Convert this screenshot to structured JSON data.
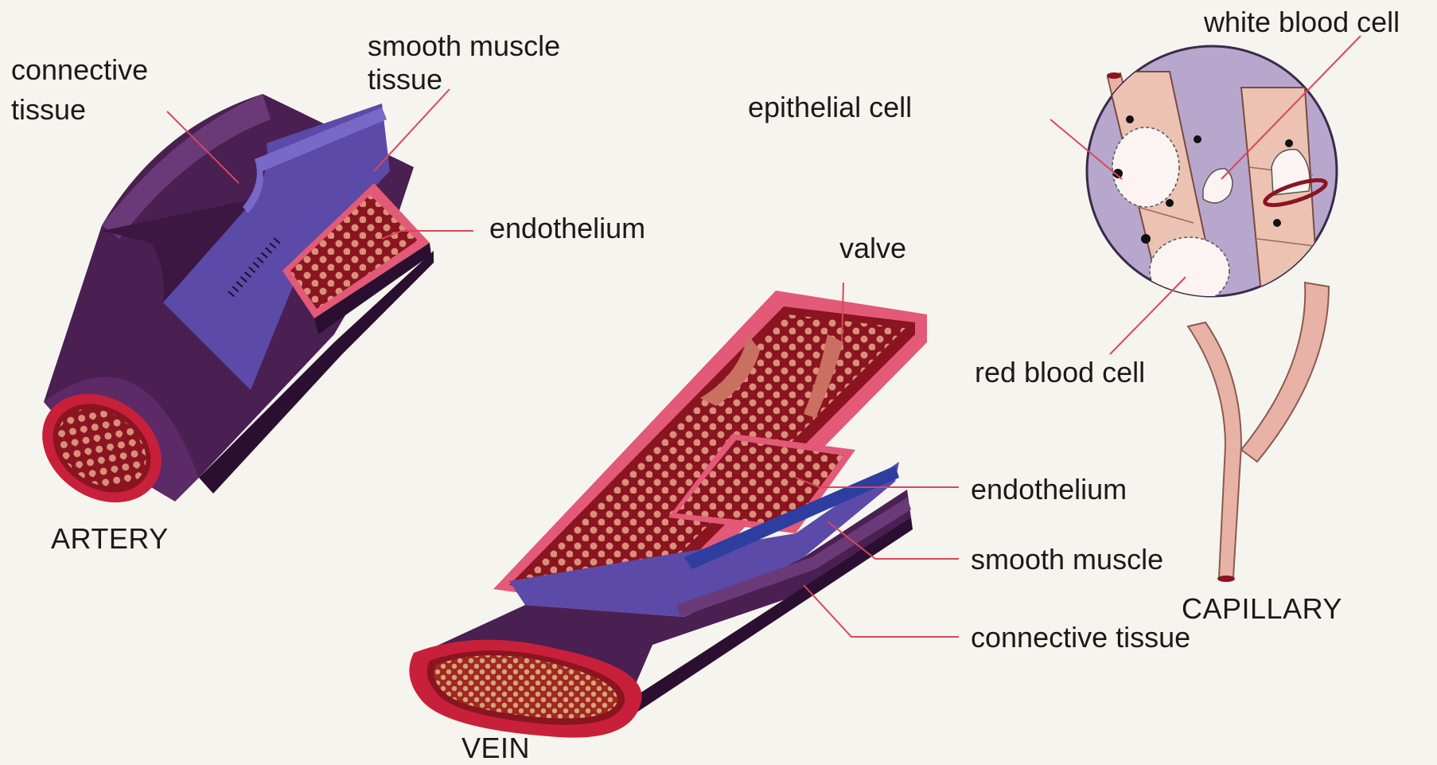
{
  "artery": {
    "title": "ARTERY",
    "label_connective_1": "connective",
    "label_connective_2": "tissue",
    "label_smooth_1": "smooth muscle",
    "label_smooth_2": "tissue",
    "label_endothelium": "endothelium"
  },
  "vein": {
    "title": "VEIN",
    "label_valve": "valve",
    "label_endothelium": "endothelium",
    "label_smooth": "smooth muscle",
    "label_connective": "connective tissue"
  },
  "capillary": {
    "title": "CAPILLARY",
    "label_white": "white blood cell",
    "label_epithelial": "epithelial cell",
    "label_red": "red blood cell"
  },
  "colors": {
    "background": "#f6f4ee",
    "outer_purple": "#4a1f52",
    "muscle_blue": "#5b4aa8",
    "endothelium_pink": "#e25a78",
    "lumen_red": "#8a1420",
    "leader_line": "#d9465e",
    "capillary_pink": "#e8b3a6",
    "lens_lilac": "#b8a7cc"
  }
}
